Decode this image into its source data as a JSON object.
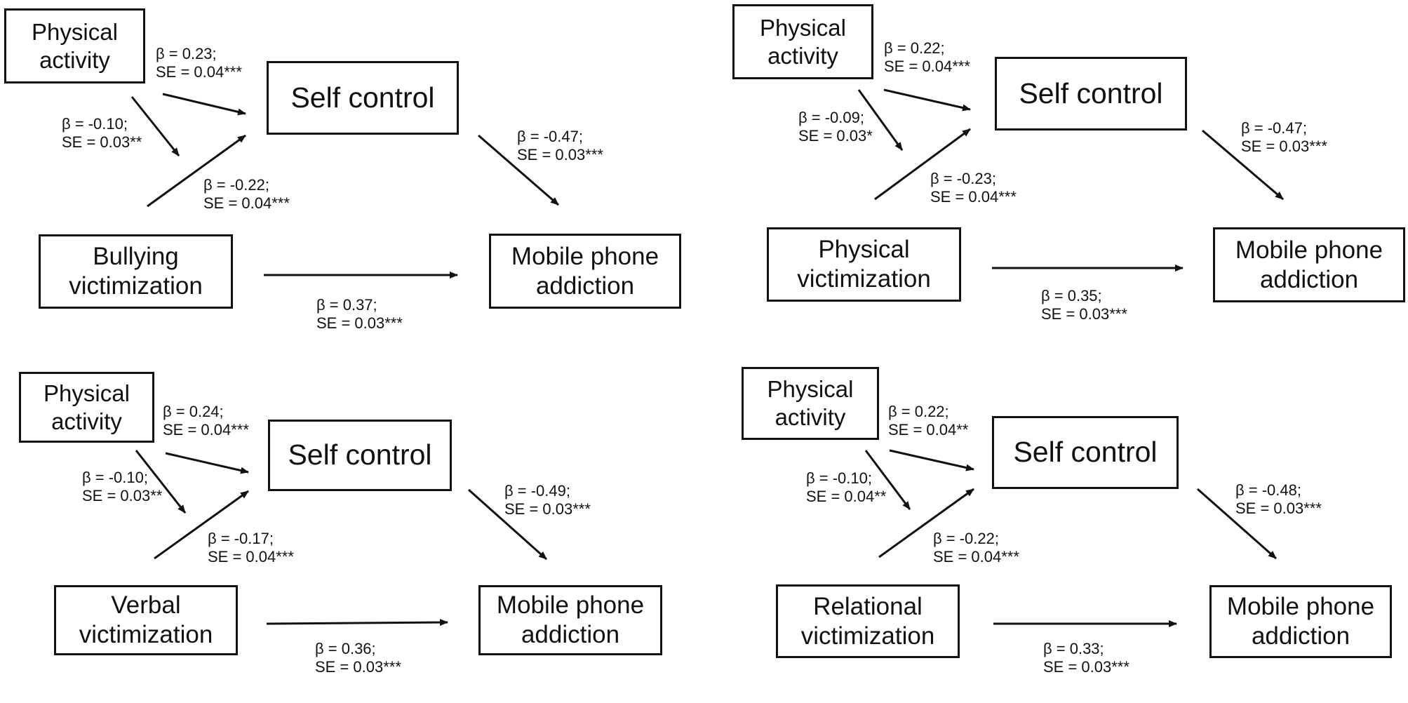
{
  "panels": [
    {
      "pa": [
        "Physical",
        "activity"
      ],
      "sc": "Self control",
      "pred": [
        "Bullying",
        "victimization"
      ],
      "out": [
        "Mobile phone",
        "addiction"
      ],
      "c_pa_sc": [
        "β = 0.23;",
        "SE = 0.04***"
      ],
      "c_pa_mod": [
        "β = -0.10;",
        "SE = 0.03**"
      ],
      "c_pred_sc": [
        "β = -0.22;",
        "SE = 0.04***"
      ],
      "c_sc_out": [
        "β = -0.47;",
        "SE = 0.03***"
      ],
      "c_pred_out": [
        "β = 0.37;",
        "SE = 0.03***"
      ]
    },
    {
      "pa": [
        "Physical",
        "activity"
      ],
      "sc": "Self control",
      "pred": [
        "Physical",
        "victimization"
      ],
      "out": [
        "Mobile phone",
        "addiction"
      ],
      "c_pa_sc": [
        "β = 0.22;",
        "SE = 0.04***"
      ],
      "c_pa_mod": [
        "β = -0.09;",
        "SE = 0.03*"
      ],
      "c_pred_sc": [
        "β = -0.23;",
        "SE = 0.04***"
      ],
      "c_sc_out": [
        "β = -0.47;",
        "SE = 0.03***"
      ],
      "c_pred_out": [
        "β = 0.35;",
        "SE = 0.03***"
      ]
    },
    {
      "pa": [
        "Physical",
        "activity"
      ],
      "sc": "Self control",
      "pred": [
        "Verbal",
        "victimization"
      ],
      "out": [
        "Mobile phone",
        "addiction"
      ],
      "c_pa_sc": [
        "β = 0.24;",
        "SE = 0.04***"
      ],
      "c_pa_mod": [
        "β = -0.10;",
        "SE = 0.03**"
      ],
      "c_pred_sc": [
        "β = -0.17;",
        "SE = 0.04***"
      ],
      "c_sc_out": [
        "β = -0.49;",
        "SE = 0.03***"
      ],
      "c_pred_out": [
        "β = 0.36;",
        "SE = 0.03***"
      ]
    },
    {
      "pa": [
        "Physical",
        "activity"
      ],
      "sc": "Self control",
      "pred": [
        "Relational",
        "victimization"
      ],
      "out": [
        "Mobile phone",
        "addiction"
      ],
      "c_pa_sc": [
        "β = 0.22;",
        "SE = 0.04**"
      ],
      "c_pa_mod": [
        "β = -0.10;",
        "SE = 0.04**"
      ],
      "c_pred_sc": [
        "β = -0.22;",
        "SE = 0.04***"
      ],
      "c_sc_out": [
        "β = -0.48;",
        "SE = 0.03***"
      ],
      "c_pred_out": [
        "β = 0.33;",
        "SE = 0.03***"
      ]
    }
  ]
}
